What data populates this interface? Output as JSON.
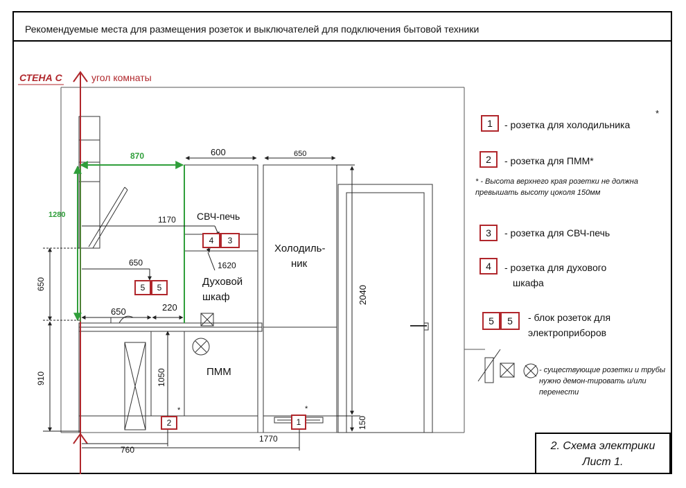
{
  "header": {
    "title": "Рекомендуемые места для размещения розеток и выключателей для подключения бытовой техники"
  },
  "wall": {
    "name": "СТЕНА С",
    "corner": "угол комнаты"
  },
  "plan": {
    "appliances": {
      "microwave": "СВЧ-печь",
      "oven_line1": "Духовой",
      "oven_line2": "шкаф",
      "fridge_line1": "Холодиль-",
      "fridge_line2": "ник",
      "dishwasher": "ПММ"
    },
    "dimensions": {
      "d870": "870",
      "d600": "600",
      "d650_top": "650",
      "d1280": "1280",
      "d1170": "1170",
      "d1620": "1620",
      "d650_mid": "650",
      "d650_left": "650",
      "d650_bottom": "650",
      "d220": "220",
      "d910": "910",
      "d1050": "1050",
      "d2040": "2040",
      "d150": "150",
      "d760": "760",
      "d1770": "1770"
    },
    "socket_labels": {
      "s1": "1",
      "s2": "2",
      "s3": "3",
      "s4": "4",
      "s5a": "5",
      "s5b": "5",
      "star": "*"
    }
  },
  "legend": {
    "items": [
      {
        "num": "1",
        "text": "- розетка для холодильника"
      },
      {
        "num": "2",
        "text": "- розетка для ПММ*"
      },
      {
        "num": "3",
        "text": "- розетка для СВЧ-печь"
      },
      {
        "num": "4",
        "text": "- розетка для духового",
        "text2": "шкафа"
      },
      {
        "num": "5",
        "text": "- блок розеток для",
        "text2": "электроприборов"
      }
    ],
    "star": "*",
    "note": "* - Высота верхнего края розетки не должна превышать высоту цоколя 150мм",
    "existing": "- существующие розетки и трубы нужно демон-тировать и/или перенести"
  },
  "sheet": {
    "line1": "2. Схема электрики",
    "line2": "Лист 1."
  },
  "colors": {
    "red": "#b0262b",
    "green": "#2f9e3a"
  }
}
